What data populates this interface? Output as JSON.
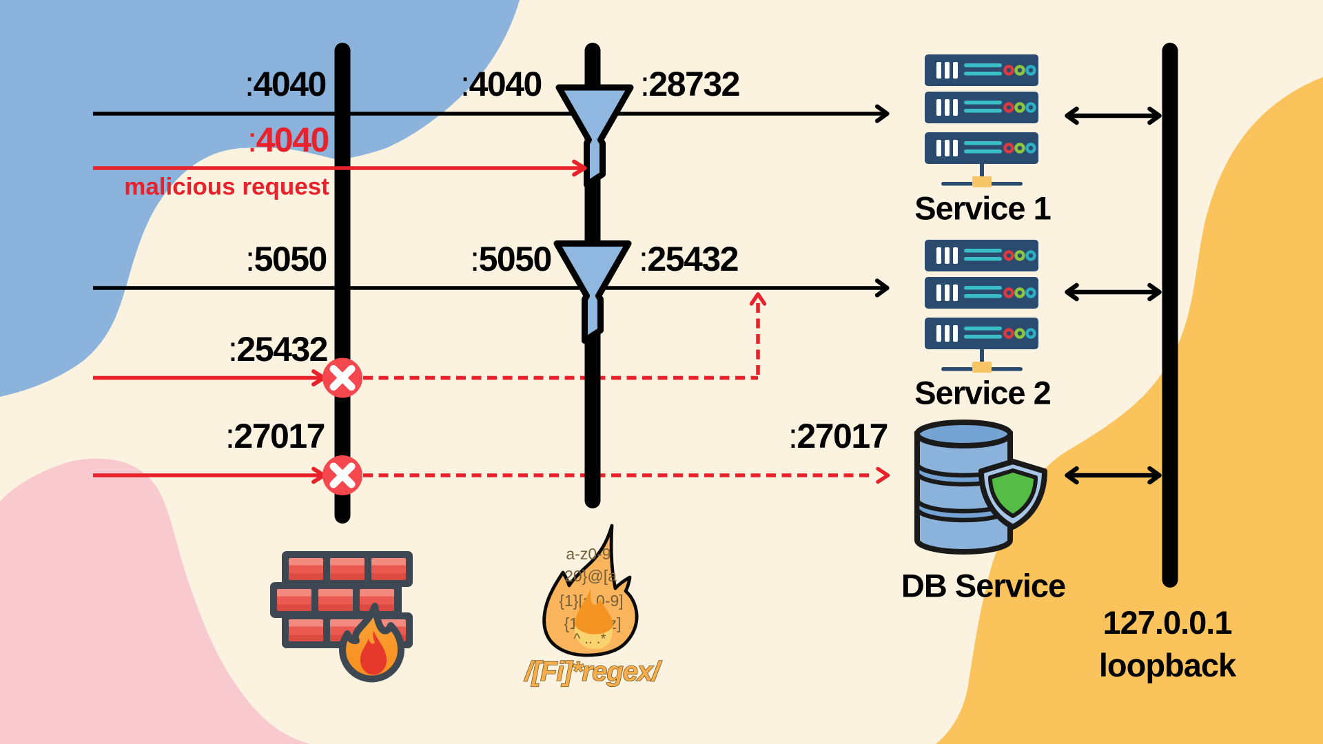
{
  "background": {
    "base": "#FBF2E0",
    "blob_blue": "#8BB3DB",
    "blob_pink": "#F8CACF",
    "blob_orange": "#FAC35C"
  },
  "palette": {
    "line_black": "#000000",
    "line_red": "#E8212A",
    "blocked_badge_red": "#F5474E",
    "funnel_blue": "#8FB7E0",
    "server_navy": "#2A4A6E",
    "server_teal": "#3ABFC8",
    "pedestal_orange": "#F7C566",
    "db_blue": "#8CB3DC",
    "shield_green": "#55BD45",
    "brick_red": "#EA5A50",
    "flame_orange": "#F89C28"
  },
  "firewall": {
    "flows": [
      {
        "id": "allowed-4040",
        "source_port": ":4040",
        "filter_port": ":4040",
        "forwarded_port": ":28732",
        "status": "forwarded"
      },
      {
        "id": "malicious-4040",
        "source_port": ":4040",
        "note": "malicious request",
        "status": "filtered"
      },
      {
        "id": "allowed-5050",
        "source_port": ":5050",
        "filter_port": ":5050",
        "forwarded_port": ":25432",
        "status": "forwarded"
      },
      {
        "id": "blocked-25432",
        "source_port": ":25432",
        "status": "blocked"
      },
      {
        "id": "blocked-27017",
        "source_port": ":27017",
        "destination_port": ":27017",
        "status": "blocked"
      }
    ]
  },
  "services": [
    {
      "label": "Service 1"
    },
    {
      "label": "Service 2"
    },
    {
      "label": "DB Service"
    }
  ],
  "loopback": {
    "address": "127.0.0.1",
    "label": "loopback"
  },
  "regex_filter": {
    "label": "/[Fi]*regex/",
    "flame_fragments": [
      "a-z0-9",
      "20}@[a",
      "{1}[a 0-9]",
      "{1       z]",
      "^ .. .*"
    ]
  }
}
